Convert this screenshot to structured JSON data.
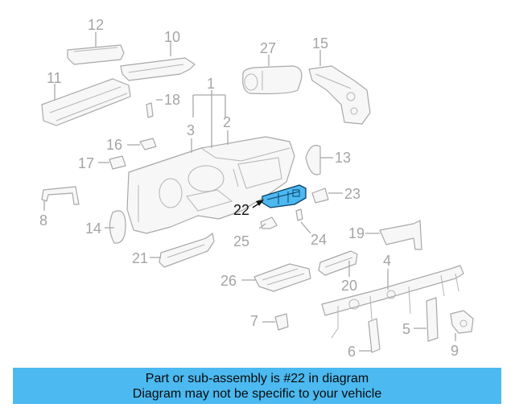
{
  "diagram": {
    "callouts": {
      "c1": "1",
      "c2": "2",
      "c3": "3",
      "c4": "4",
      "c5": "5",
      "c6": "6",
      "c7": "7",
      "c8": "8",
      "c9": "9",
      "c10": "10",
      "c11": "11",
      "c12": "12",
      "c13": "13",
      "c14": "14",
      "c15": "15",
      "c16": "16",
      "c17": "17",
      "c18": "18",
      "c19": "19",
      "c20": "20",
      "c21": "21",
      "c22": "22",
      "c23": "23",
      "c24": "24",
      "c25": "25",
      "c26": "26",
      "c27": "27"
    },
    "highlighted_part": "22",
    "colors": {
      "highlight": "#4cb9f0",
      "highlight_outline": "#0a3f66",
      "linework": "#a8a8a8",
      "banner": "#4cb9f0"
    }
  },
  "banner": {
    "line1": "Part or sub-assembly is #22 in diagram",
    "line2": "Diagram may not be specific to your vehicle"
  }
}
